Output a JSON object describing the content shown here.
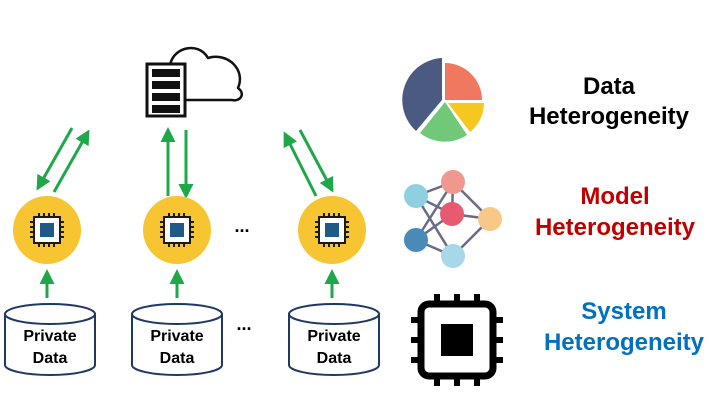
{
  "devices": [
    {
      "storage_label_line1": "Private",
      "storage_label_line2": "Data"
    },
    {
      "storage_label_line1": "Private",
      "storage_label_line2": "Data"
    },
    {
      "storage_label_line1": "Private",
      "storage_label_line2": "Data"
    }
  ],
  "ellipsis": "...",
  "legend": [
    {
      "line1": "Data",
      "line2": "Heterogeneity",
      "color": "#000000",
      "icon": "pie-chart-icon"
    },
    {
      "line1": "Model",
      "line2": "Heterogeneity",
      "color": "#c00000",
      "icon": "neural-network-icon"
    },
    {
      "line1": "System",
      "line2": "Heterogeneity",
      "color": "#0070c0",
      "icon": "processor-chip-icon"
    }
  ],
  "colors": {
    "arrow": "#1ea84a",
    "chip_circle": "#f7c531",
    "chip_die": "#1f5a86",
    "storage_outline": "#1f3864",
    "pie_slices": [
      "#4a5a80",
      "#f07860",
      "#f5c820",
      "#70c878"
    ],
    "network_nodes": [
      "#8fd0e0",
      "#f09890",
      "#e85a70",
      "#f8c888",
      "#4a8ab8",
      "#a8d8e8"
    ]
  }
}
